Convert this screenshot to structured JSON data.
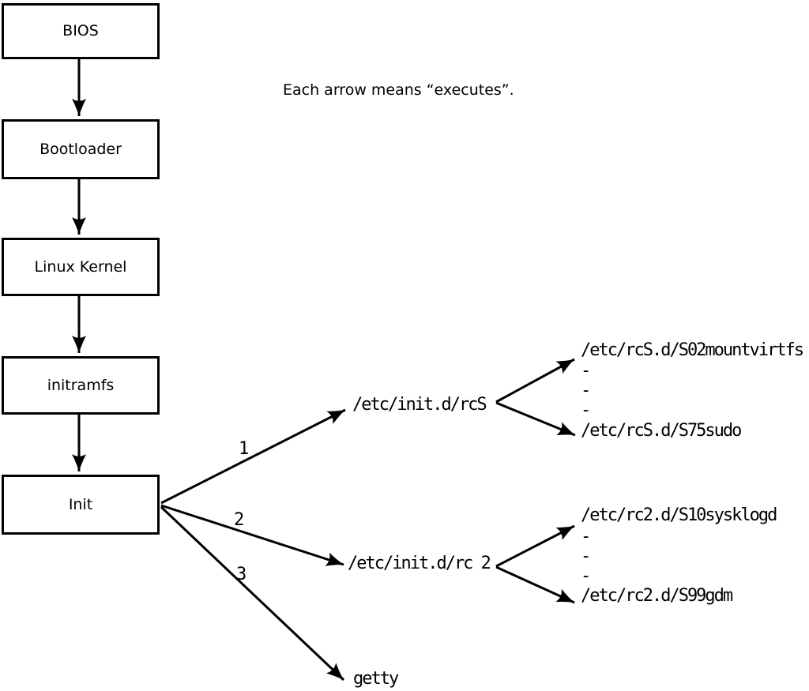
{
  "caption": "Each arrow means “executes”.",
  "chain": {
    "boxes": [
      {
        "label": "BIOS"
      },
      {
        "label": "Bootloader"
      },
      {
        "label": "Linux Kernel"
      },
      {
        "label": "initramfs"
      },
      {
        "label": "Init"
      }
    ]
  },
  "branches": [
    {
      "number": "1",
      "target": "/etc/init.d/rcS",
      "children": [
        "/etc/rcS.d/S02mountvirtfs",
        "-",
        "-",
        "-",
        "/etc/rcS.d/S75sudo"
      ]
    },
    {
      "number": "2",
      "target": "/etc/init.d/rc 2",
      "children": [
        "/etc/rc2.d/S10sysklogd",
        "-",
        "-",
        "-",
        "/etc/rc2.d/S99gdm"
      ]
    },
    {
      "number": "3",
      "target": "getty",
      "children": []
    }
  ],
  "arrow_semantics": "executes",
  "colors": {
    "ink": "#000000",
    "background": "#ffffff"
  }
}
